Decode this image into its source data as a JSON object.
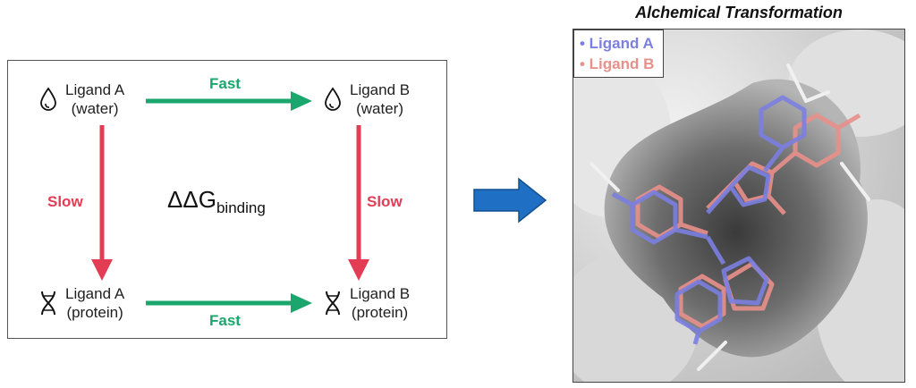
{
  "cycle": {
    "top_left": {
      "line1": "Ligand A",
      "line2": "(water)",
      "icon": "water-drop-icon"
    },
    "top_right": {
      "line1": "Ligand B",
      "line2": "(water)",
      "icon": "water-drop-icon"
    },
    "bottom_left": {
      "line1": "Ligand A",
      "line2": "(protein)",
      "icon": "dna-icon"
    },
    "bottom_right": {
      "line1": "Ligand B",
      "line2": "(protein)",
      "icon": "dna-icon"
    },
    "top_edge": "Fast",
    "bottom_edge": "Fast",
    "left_edge": "Slow",
    "right_edge": "Slow",
    "center": {
      "symbol": "ΔΔG",
      "subscript": "binding"
    }
  },
  "transition_arrow": {
    "color": "#1f6fc4"
  },
  "render": {
    "title": "Alchemical Transformation",
    "legend": [
      {
        "label": "• Ligand A",
        "color": "#7b7fe0"
      },
      {
        "label": "• Ligand B",
        "color": "#e9908a"
      }
    ]
  },
  "colors": {
    "fast": "#1aa66c",
    "slow": "#e33c55",
    "ligand_a": "#7b7fe0",
    "ligand_b": "#e9908a"
  }
}
